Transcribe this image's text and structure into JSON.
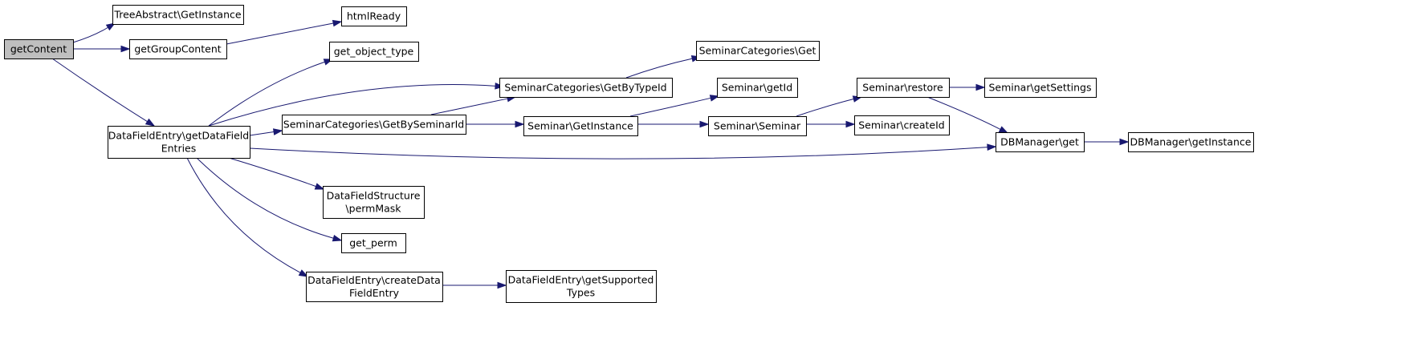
{
  "diagram": {
    "colors": {
      "edge": "#191970",
      "node_border": "#000000",
      "node_fill": "#ffffff",
      "highlight_fill": "#bfbfbf"
    },
    "nodes": [
      {
        "id": "getContent",
        "label": [
          "getContent"
        ],
        "highlight": true
      },
      {
        "id": "treeabstract-getinstance",
        "label": [
          "TreeAbstract\\GetInstance"
        ]
      },
      {
        "id": "getGroupContent",
        "label": [
          "getGroupContent"
        ]
      },
      {
        "id": "htmlReady",
        "label": [
          "htmlReady"
        ]
      },
      {
        "id": "get_object_type",
        "label": [
          "get_object_type"
        ]
      },
      {
        "id": "datafieldentry-getdatafieldentries",
        "label": [
          "DataFieldEntry\\getDataField",
          "Entries"
        ]
      },
      {
        "id": "seminarcategories-get",
        "label": [
          "SeminarCategories\\Get"
        ]
      },
      {
        "id": "seminarcategories-getbytypeid",
        "label": [
          "SeminarCategories\\GetByTypeId"
        ]
      },
      {
        "id": "seminar-getid",
        "label": [
          "Seminar\\getId"
        ]
      },
      {
        "id": "seminar-restore",
        "label": [
          "Seminar\\restore"
        ]
      },
      {
        "id": "seminar-getsettings",
        "label": [
          "Seminar\\getSettings"
        ]
      },
      {
        "id": "seminarcategories-getbyseminarid",
        "label": [
          "SeminarCategories\\GetBySeminarId"
        ]
      },
      {
        "id": "seminar-getinstance",
        "label": [
          "Seminar\\GetInstance"
        ]
      },
      {
        "id": "seminar-seminar",
        "label": [
          "Seminar\\Seminar"
        ]
      },
      {
        "id": "seminar-createid",
        "label": [
          "Seminar\\createId"
        ]
      },
      {
        "id": "dbmanager-get",
        "label": [
          "DBManager\\get"
        ]
      },
      {
        "id": "dbmanager-getinstance",
        "label": [
          "DBManager\\getInstance"
        ]
      },
      {
        "id": "datafieldstructure-permmask",
        "label": [
          "DataFieldStructure",
          "\\permMask"
        ]
      },
      {
        "id": "get_perm",
        "label": [
          "get_perm"
        ]
      },
      {
        "id": "datafieldentry-createdatafieldentry",
        "label": [
          "DataFieldEntry\\createData",
          "FieldEntry"
        ]
      },
      {
        "id": "datafieldentry-getsupportedtypes",
        "label": [
          "DataFieldEntry\\getSupported",
          "Types"
        ]
      }
    ],
    "edges": [
      {
        "from": "getContent",
        "to": "treeabstract-getinstance"
      },
      {
        "from": "getContent",
        "to": "getGroupContent"
      },
      {
        "from": "getContent",
        "to": "datafieldentry-getdatafieldentries"
      },
      {
        "from": "getGroupContent",
        "to": "htmlReady"
      },
      {
        "from": "datafieldentry-getdatafieldentries",
        "to": "get_object_type"
      },
      {
        "from": "datafieldentry-getdatafieldentries",
        "to": "seminarcategories-getbytypeid"
      },
      {
        "from": "datafieldentry-getdatafieldentries",
        "to": "seminarcategories-getbyseminarid"
      },
      {
        "from": "datafieldentry-getdatafieldentries",
        "to": "dbmanager-get"
      },
      {
        "from": "datafieldentry-getdatafieldentries",
        "to": "datafieldstructure-permmask"
      },
      {
        "from": "datafieldentry-getdatafieldentries",
        "to": "get_perm"
      },
      {
        "from": "datafieldentry-getdatafieldentries",
        "to": "datafieldentry-createdatafieldentry"
      },
      {
        "from": "seminarcategories-getbytypeid",
        "to": "seminarcategories-get"
      },
      {
        "from": "seminarcategories-getbyseminarid",
        "to": "seminarcategories-getbytypeid"
      },
      {
        "from": "seminarcategories-getbyseminarid",
        "to": "seminar-getinstance"
      },
      {
        "from": "seminar-getinstance",
        "to": "seminar-getid"
      },
      {
        "from": "seminar-getinstance",
        "to": "seminar-seminar"
      },
      {
        "from": "seminar-seminar",
        "to": "seminar-restore"
      },
      {
        "from": "seminar-seminar",
        "to": "seminar-createid"
      },
      {
        "from": "seminar-restore",
        "to": "seminar-getsettings"
      },
      {
        "from": "seminar-restore",
        "to": "dbmanager-get"
      },
      {
        "from": "dbmanager-get",
        "to": "dbmanager-getinstance"
      },
      {
        "from": "datafieldentry-createdatafieldentry",
        "to": "datafieldentry-getsupportedtypes"
      }
    ]
  }
}
